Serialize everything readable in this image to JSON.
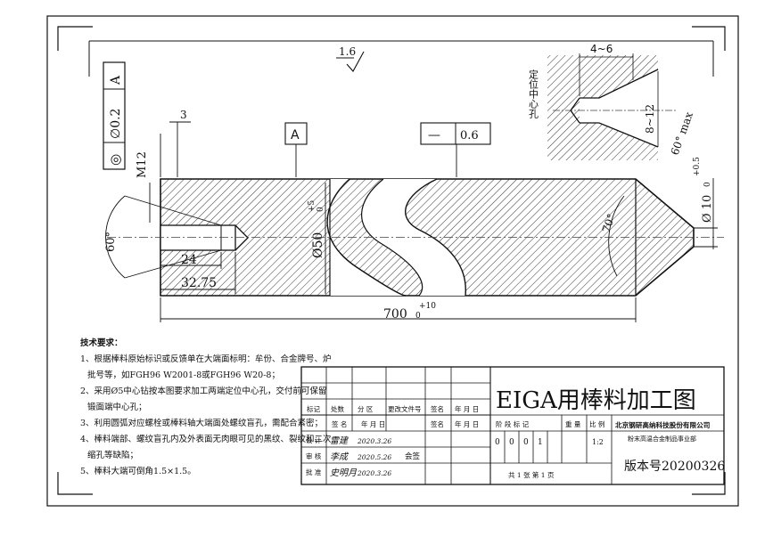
{
  "drawing": {
    "roughness": "1.6",
    "gdt_runout": {
      "symbol": "◎",
      "tolerance": "∅0.2",
      "datum": "A"
    },
    "datum_label": "A",
    "dim_3": "3",
    "thread": "M12",
    "flatness": {
      "symbol": "—",
      "value": "0.6"
    },
    "center_hole_label": "定位中心孔",
    "dim_4_6": "4~6",
    "dim_8_12": "8~12",
    "dim_60max": "60° max",
    "angle_60": "60°",
    "angle_70": "70°",
    "dim_24": "24",
    "dim_3275": "32.75",
    "dia_50": "Ø50",
    "dia_50_tol": "+5",
    "dia_50_tol_low": "0",
    "length_700": "700",
    "length_700_tol": "+10",
    "length_700_tol_low": "0",
    "dia_10": "Ø 10",
    "dia_10_tol": "+0.5",
    "dia_10_tol_low": "0"
  },
  "notes": {
    "heading": "技术要求：",
    "items": [
      "1、根据棒料原始标识或反馈单在大端面标明：牟份、合金牌号、炉",
      "批号等，如FGH96 W2001-8或FGH96 W20-8；",
      "2、采用Ø5中心钻按本图要求加工两端定位中心孔，交付前可保留",
      "锻面端中心孔；",
      "3、利用圆弧对应螺栓或棒料轴大端面处螺纹盲孔，需配合紧密；",
      "4、棒料端部、螺纹盲孔内及外表面无肉眼可见的黑纹、裂纹和二次",
      "缩孔等缺陷；",
      "5、棒料大端可倒角1.5×1.5。"
    ]
  },
  "title_block": {
    "title": "EIGA用棒料加工图",
    "company": "北京钢研高纳科技股份有限公司",
    "department": "粉末高温合金制品事业部",
    "version": "版本号20200326",
    "headers": [
      "标记",
      "处数",
      "分 区",
      "更改文件号",
      "签名",
      "年 月 日"
    ],
    "sign_head": [
      "签 名",
      "年 月 日",
      "签名",
      "年 月 日"
    ],
    "roles": [
      "设 计",
      "审 核",
      "批 准"
    ],
    "signatures": [
      "雷建",
      "李成",
      "史明月"
    ],
    "dates": [
      "2020.3.26",
      "2020.5.26",
      "2020.3.26"
    ],
    "huiqian": "会签",
    "stage_headers": [
      "阶 段 标 记",
      "重 量",
      "比 例"
    ],
    "stage_marks": [
      "0",
      "0",
      "0",
      "1"
    ],
    "scale": "1:2",
    "sheet_info": "共 1 张    第 1 页"
  },
  "colors": {
    "ink": "#111111",
    "paper": "#ffffff"
  }
}
